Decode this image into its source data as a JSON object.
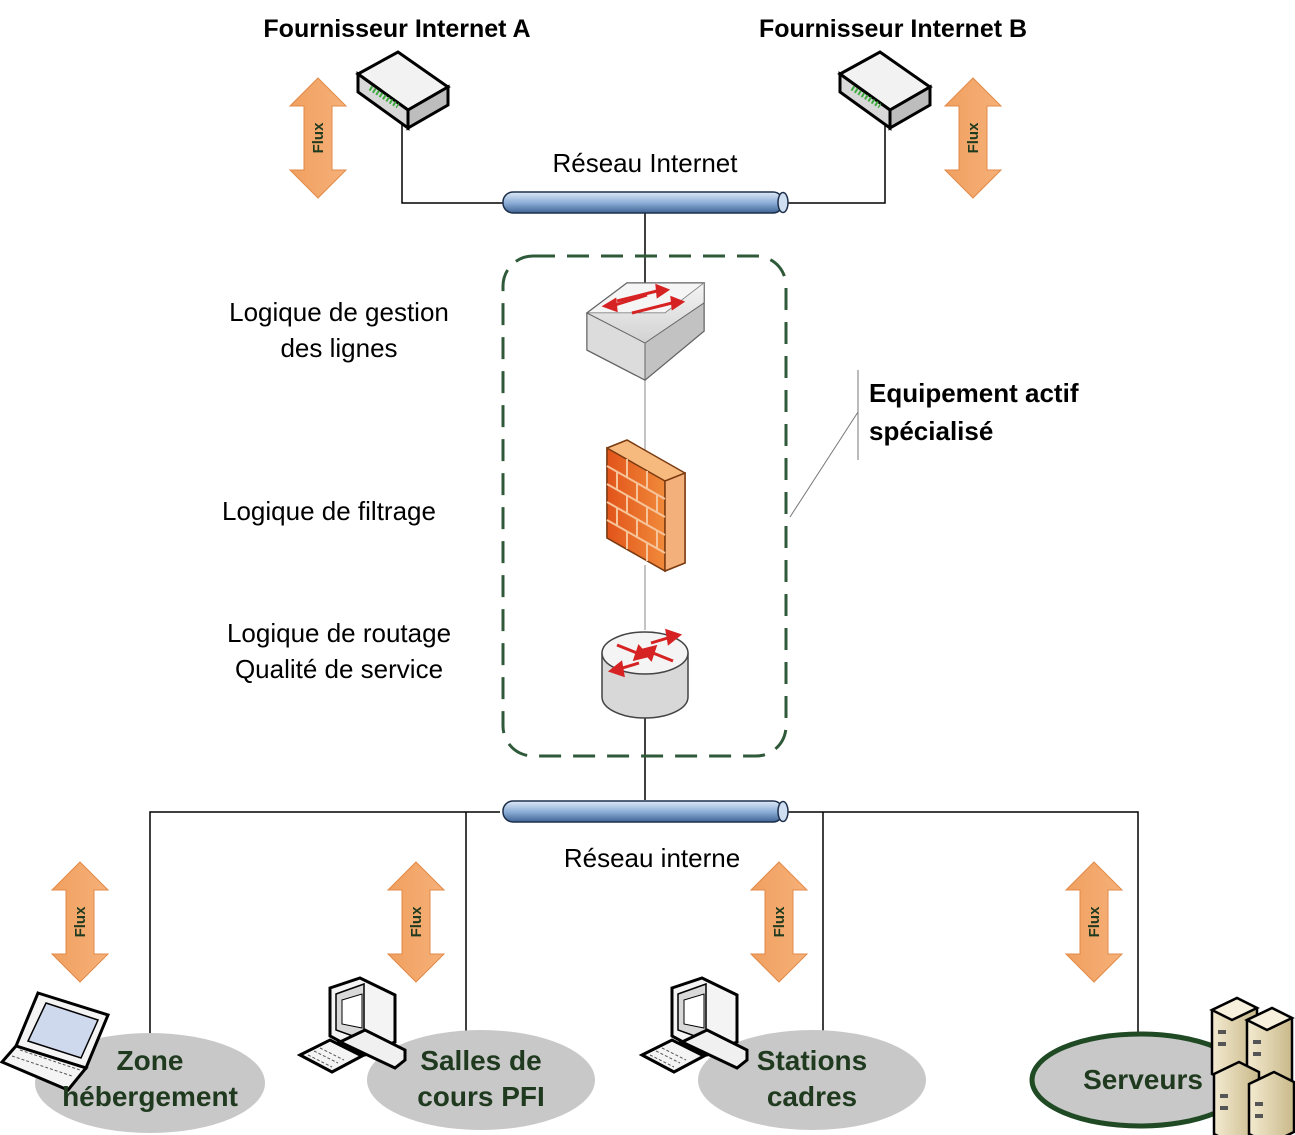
{
  "isp": {
    "a_label": "Fournisseur Internet A",
    "b_label": "Fournisseur Internet B"
  },
  "networks": {
    "internet_label": "Réseau Internet",
    "internal_label": "Réseau interne"
  },
  "logic": {
    "line_management_1": "Logique de gestion",
    "line_management_2": "des lignes",
    "filtering": "Logique de filtrage",
    "routing_1": "Logique de routage",
    "routing_2": "Qualité de service"
  },
  "appliance": {
    "line1": "Equipement actif",
    "line2": "spécialisé"
  },
  "flux_label": "Flux",
  "zones": {
    "hosting_1": "Zone",
    "hosting_2": "hébergement",
    "classrooms_1": "Salles de",
    "classrooms_2": "cours PFI",
    "stations_1": "Stations",
    "stations_2": "cadres",
    "servers": "Serveurs"
  },
  "colors": {
    "arrow": "#f4a261",
    "zone_fill": "#c8c8c8",
    "zone_text": "#1f3a1f",
    "dashed_border": "#2f5a3a",
    "pipe": "#8fb0d8"
  }
}
